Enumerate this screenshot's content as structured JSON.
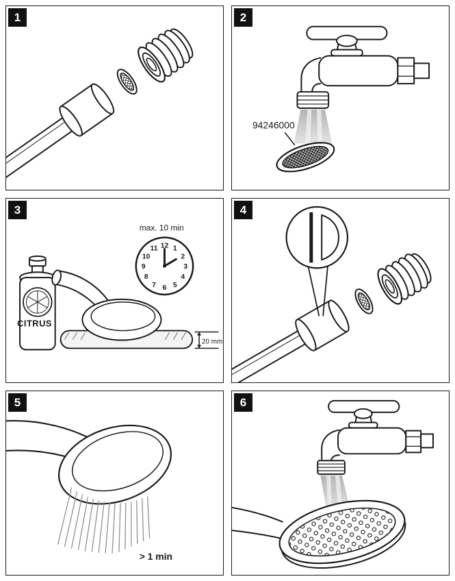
{
  "sheet": {
    "background": "#ffffff",
    "line_color": "#1a1a1a",
    "water_color": "#c6c6c6"
  },
  "panels": [
    {
      "number": "1"
    },
    {
      "number": "2",
      "part_number": "94246000"
    },
    {
      "number": "3",
      "time_label": "max. 10 min",
      "bottle_label": "CITRUS",
      "depth_label": "20 mm",
      "clock_numbers": [
        "12",
        "1",
        "2",
        "3",
        "4",
        "5",
        "6",
        "7",
        "8",
        "9",
        "10",
        "11"
      ]
    },
    {
      "number": "4"
    },
    {
      "number": "5",
      "duration_label": "> 1 min"
    },
    {
      "number": "6"
    }
  ]
}
